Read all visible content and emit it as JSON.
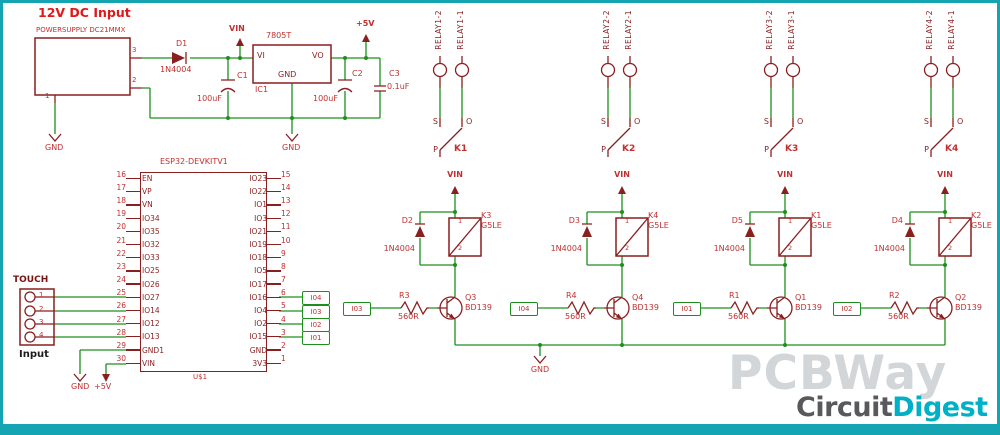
{
  "colors": {
    "wire_green": "#1e8f1e",
    "symbol_red": "#8a1f1f",
    "label_red": "#c03030",
    "border_teal": "#14a4b2",
    "title_red": "#e01818",
    "logo_gray": "#58595b",
    "logo_teal": "#00b0c7"
  },
  "power": {
    "input_title": "12V DC Input",
    "supply_name": "POWERSUPPLY DC21MMX",
    "pin1": "1",
    "pin2": "2",
    "pin3": "3",
    "d1": {
      "name": "D1",
      "value": "1N4004"
    },
    "vin_label": "VIN",
    "regulator": {
      "name": "7805T",
      "vi": "VI",
      "vo": "VO",
      "gnd": "GND",
      "ref": "IC1"
    },
    "c1": {
      "name": "C1",
      "value": "100uF"
    },
    "c2": {
      "name": "C2",
      "value": "100uF"
    },
    "c3": {
      "name": "C3",
      "value": "0.1uF"
    },
    "plus5v_label": "+5V",
    "gnd_left": "GND",
    "gnd_right": "GND"
  },
  "esp32": {
    "title": "ESP32-DEVKITV1",
    "ref": "U$1",
    "left_pins": [
      {
        "num": "16",
        "label": "EN"
      },
      {
        "num": "17",
        "label": "VP"
      },
      {
        "num": "18",
        "label": "VN"
      },
      {
        "num": "19",
        "label": "IO34"
      },
      {
        "num": "20",
        "label": "IO35"
      },
      {
        "num": "21",
        "label": "IO32"
      },
      {
        "num": "22",
        "label": "IO33"
      },
      {
        "num": "23",
        "label": "IO25"
      },
      {
        "num": "24",
        "label": "IO26"
      },
      {
        "num": "25",
        "label": "IO27"
      },
      {
        "num": "26",
        "label": "IO14"
      },
      {
        "num": "27",
        "label": "IO12"
      },
      {
        "num": "28",
        "label": "IO13"
      },
      {
        "num": "29",
        "label": "GND1"
      },
      {
        "num": "30",
        "label": "VIN"
      }
    ],
    "right_pins": [
      {
        "num": "15",
        "label": "IO23"
      },
      {
        "num": "14",
        "label": "IO22"
      },
      {
        "num": "13",
        "label": "IO1"
      },
      {
        "num": "12",
        "label": "IO3"
      },
      {
        "num": "11",
        "label": "IO21"
      },
      {
        "num": "10",
        "label": "IO19"
      },
      {
        "num": "9",
        "label": "IO18"
      },
      {
        "num": "8",
        "label": "IO5"
      },
      {
        "num": "7",
        "label": "IO17"
      },
      {
        "num": "6",
        "label": "IO16"
      },
      {
        "num": "5",
        "label": "IO4"
      },
      {
        "num": "4",
        "label": "IO2"
      },
      {
        "num": "3",
        "label": "IO15"
      },
      {
        "num": "2",
        "label": "GND"
      },
      {
        "num": "1",
        "label": "3V3"
      }
    ],
    "gnd_label": "GND",
    "plus5v_label": "+5V",
    "io_tags": [
      {
        "label": "I04"
      },
      {
        "label": "I03"
      },
      {
        "label": "I02"
      },
      {
        "label": "I01"
      }
    ]
  },
  "touch": {
    "title": "TOUCH",
    "caption": "Input",
    "pins": [
      "1",
      "2",
      "3",
      "4"
    ]
  },
  "relay_contacts": [
    {
      "label_a": "RELAY1-2",
      "label_b": "RELAY1-1",
      "s": "S",
      "o": "O",
      "p": "P",
      "name": "K1"
    },
    {
      "label_a": "RELAY2-2",
      "label_b": "RELAY2-1",
      "s": "S",
      "o": "O",
      "p": "P",
      "name": "K2"
    },
    {
      "label_a": "RELAY3-2",
      "label_b": "RELAY3-1",
      "s": "S",
      "o": "O",
      "p": "P",
      "name": "K3"
    },
    {
      "label_a": "RELAY4-2",
      "label_b": "RELAY4-1",
      "s": "S",
      "o": "O",
      "p": "P",
      "name": "K4"
    }
  ],
  "drivers": [
    {
      "vin": "VIN",
      "diode_name": "D2",
      "diode_value": "1N4004",
      "relay_name": "K3",
      "relay_value": "G5LE",
      "pin1": "1",
      "pin2": "2",
      "transistor_name": "Q3",
      "transistor_value": "BD139",
      "resistor_name": "R3",
      "resistor_value": "560R",
      "tag": "I03"
    },
    {
      "vin": "VIN",
      "diode_name": "D3",
      "diode_value": "1N4004",
      "relay_name": "K4",
      "relay_value": "G5LE",
      "pin1": "1",
      "pin2": "2",
      "transistor_name": "Q4",
      "transistor_value": "BD139",
      "resistor_name": "R4",
      "resistor_value": "560R",
      "tag": "I04"
    },
    {
      "vin": "VIN",
      "diode_name": "D5",
      "diode_value": "1N4004",
      "relay_name": "K1",
      "relay_value": "G5LE",
      "pin1": "1",
      "pin2": "2",
      "transistor_name": "Q1",
      "transistor_value": "BD139",
      "resistor_name": "R1",
      "resistor_value": "560R",
      "tag": "I01"
    },
    {
      "vin": "VIN",
      "diode_name": "D4",
      "diode_value": "1N4004",
      "relay_name": "K2",
      "relay_value": "G5LE",
      "pin1": "1",
      "pin2": "2",
      "transistor_name": "Q2",
      "transistor_value": "BD139",
      "resistor_name": "R2",
      "resistor_value": "560R",
      "tag": "I02"
    }
  ],
  "drivers_gnd_label": "GND",
  "watermark": "PCBWay",
  "logo": {
    "part1": "Circuit",
    "part2": "Digest"
  }
}
